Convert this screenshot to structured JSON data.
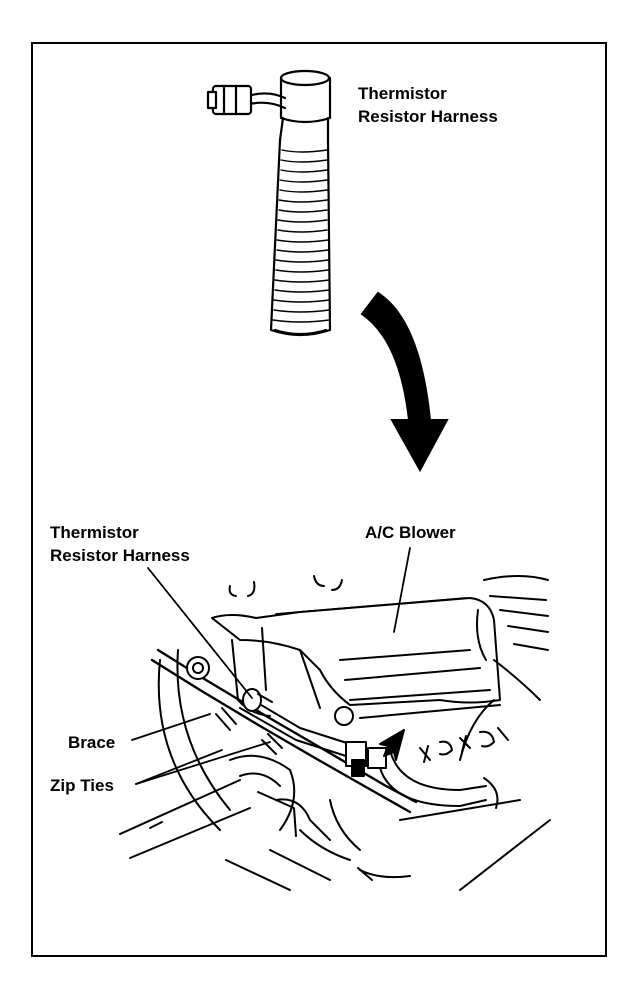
{
  "labels": {
    "top_thermistor_line1": "Thermistor",
    "top_thermistor_line2": "Resistor Harness",
    "bottom_thermistor_line1": "Thermistor",
    "bottom_thermistor_line2": "Resistor Harness",
    "ac_blower": "A/C Blower",
    "brace": "Brace",
    "zip_ties": "Zip Ties"
  }
}
